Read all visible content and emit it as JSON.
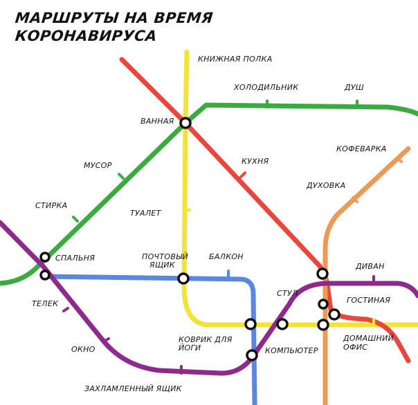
{
  "title": {
    "line1": "МАРШРУТЫ НА ВРЕМЯ",
    "line2": "КОРОНАВИРУСА"
  },
  "colors": {
    "red": "#e8473f",
    "yellow": "#f3e23a",
    "green": "#3bab3f",
    "orange": "#ec9a56",
    "blue": "#5b87e0",
    "purple": "#8e2a8c"
  },
  "stations": {
    "bookshelf": "КНИЖНАЯ ПОЛКА",
    "fridge": "ХОЛОДИЛЬНИК",
    "shower": "ДУШ",
    "bathroom": "ВАННАЯ",
    "kitchen": "КУХНЯ",
    "coffee": "КОФЕВАРКА",
    "trash": "МУСОР",
    "oven": "ДУХОВКА",
    "laundry": "СТИРКА",
    "toilet": "ТУАЛЕТ",
    "bedroom": "СПАЛЬНЯ",
    "mailbox_1": "ПОЧТОВЫЙ",
    "mailbox_2": "ЯЩИК",
    "balcony": "БАЛКОН",
    "sofa": "ДИВАН",
    "chair": "СТУЛ",
    "living": "ГОСТИНАЯ",
    "tv": "ТЕЛЕК",
    "window": "ОКНО",
    "yoga_1": "КОВРИК ДЛЯ",
    "yoga_2": "ЙОГИ",
    "computer": "КОМПЬЮТЕР",
    "office_1": "ДОМАШНИЙ",
    "office_2": "ОФИС",
    "junk": "ЗАХЛАМЛЕННЫЙ ЯЩИК"
  }
}
